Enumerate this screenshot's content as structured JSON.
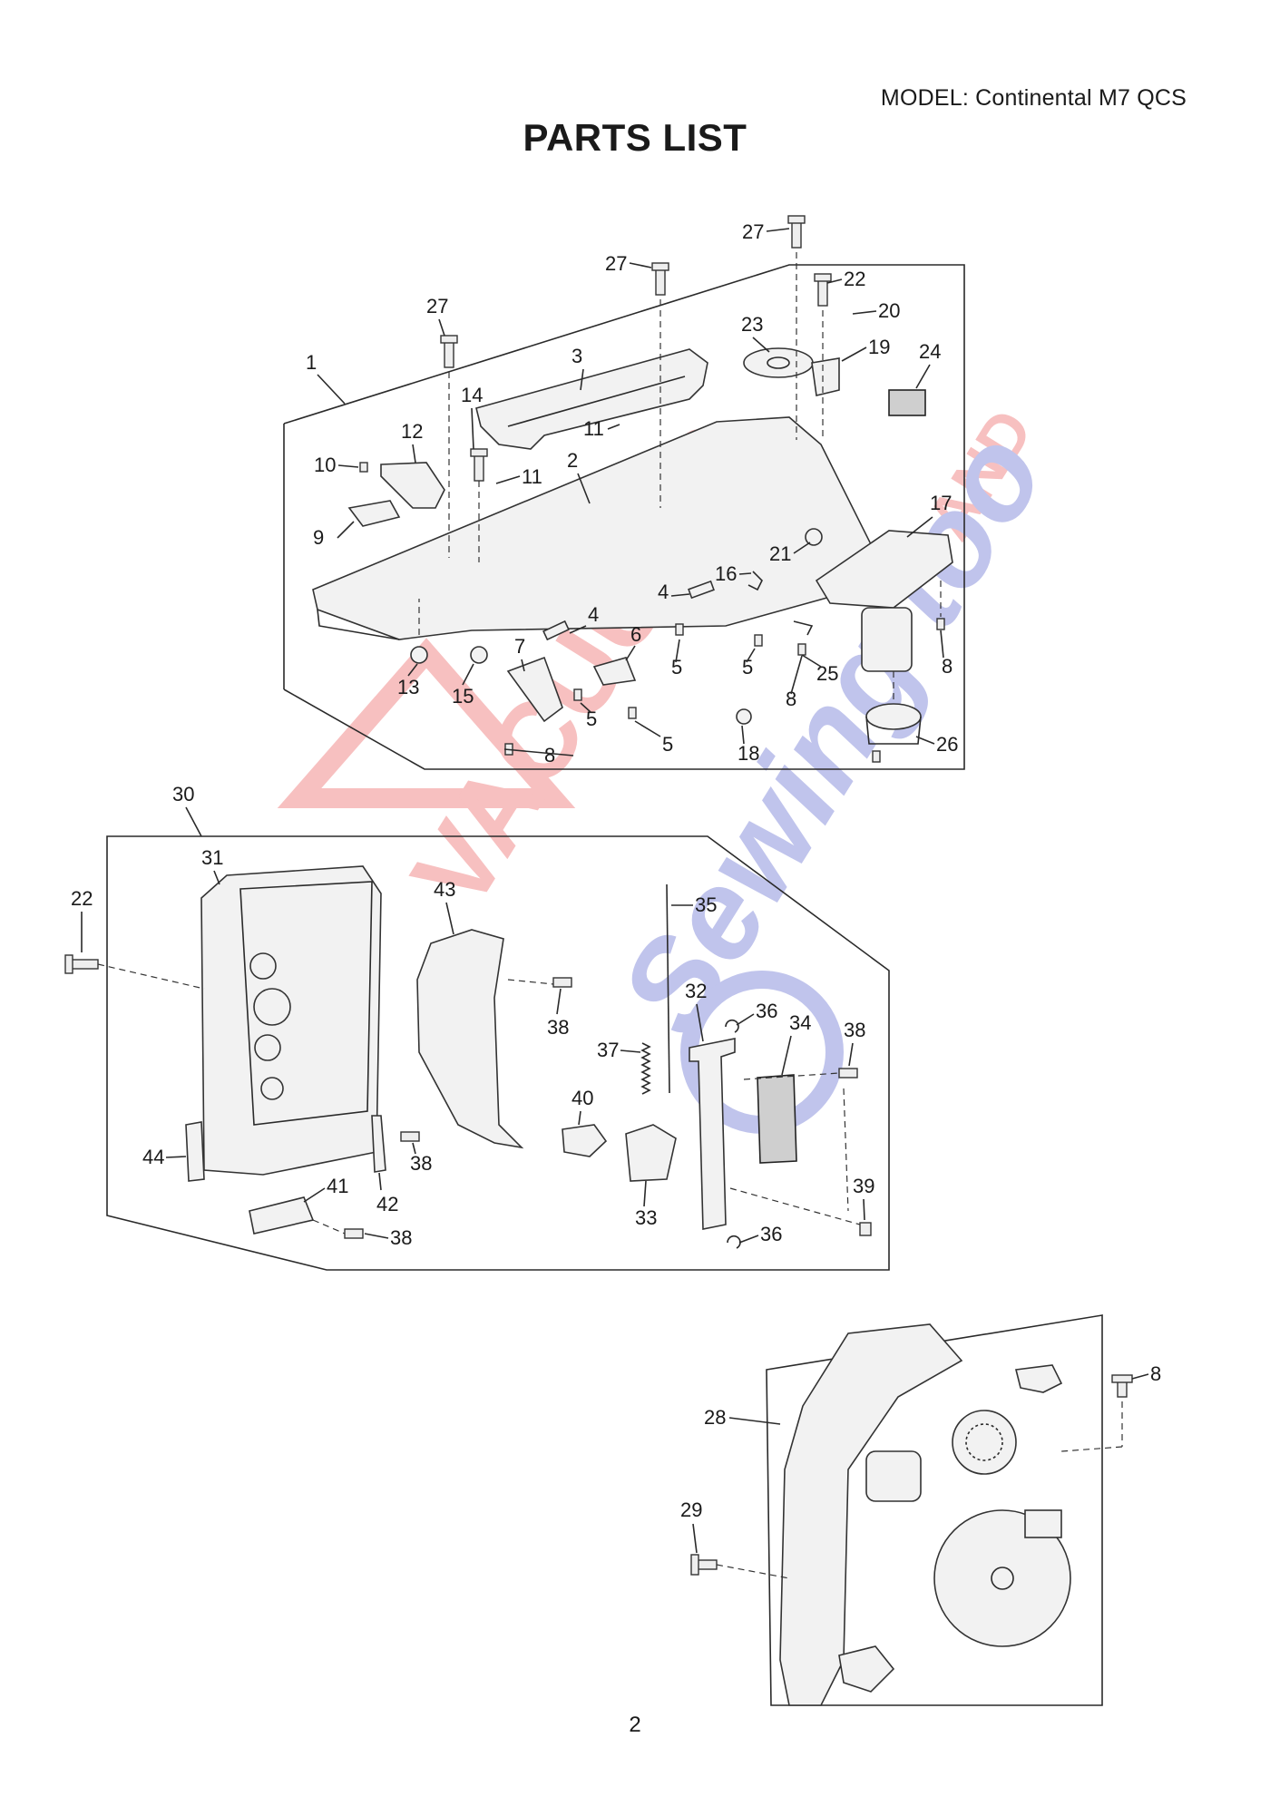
{
  "header": {
    "model": "MODEL: Continental M7 QCS",
    "title": "PARTS LIST"
  },
  "page_number": "2",
  "watermark": {
    "line1": "VACUUMS",
    "line2": "Sewing too",
    "line3": "AND",
    "colors": {
      "red": "#e84a4a",
      "blue": "#4a56c8"
    }
  },
  "sections": {
    "top": {
      "callouts": [
        "27",
        "27",
        "27",
        "22",
        "20",
        "23",
        "19",
        "24",
        "1",
        "3",
        "14",
        "12",
        "10",
        "11",
        "11",
        "2",
        "9",
        "17",
        "21",
        "16",
        "4",
        "4",
        "6",
        "7",
        "5",
        "5",
        "5",
        "5",
        "8",
        "25",
        "8",
        "13",
        "15",
        "18",
        "8",
        "26"
      ]
    },
    "middle": {
      "callouts": [
        "30",
        "31",
        "22",
        "43",
        "35",
        "38",
        "32",
        "36",
        "34",
        "38",
        "37",
        "40",
        "44",
        "41",
        "42",
        "38",
        "33",
        "39",
        "38",
        "36"
      ]
    },
    "bottom": {
      "callouts": [
        "28",
        "8",
        "29"
      ]
    }
  }
}
